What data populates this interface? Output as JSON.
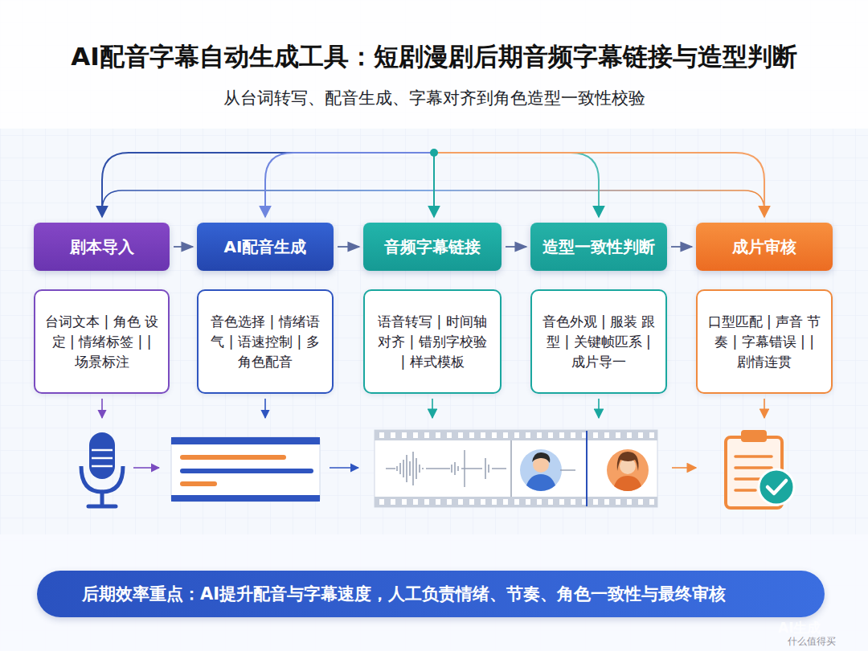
{
  "diagram": {
    "title": "AI配音字幕自动生成工具：短剧漫剧后期音频字幕链接与造型判断",
    "nodes": [
      {
        "text": [
          "剧本导入"
        ]
      },
      {
        "text": [
          "AI配音生成"
        ]
      },
      {
        "text": [
          "音频字幕链接"
        ]
      },
      {
        "text": [
          "造型一致性判断"
        ]
      },
      {
        "text": [
          "成片审核"
        ]
      },
      {
        "text": [
          "台词文本 | 角色 设定 | 情绪标签 | | 场景标注"
        ]
      },
      {
        "text": [
          "音色选择 | 情绪语 气 | 语速控制 | 多角色配音"
        ]
      },
      {
        "text": [
          "语音转写 | 时间轴 对齐 | 错别字校验 | 样式模板"
        ]
      },
      {
        "text": [
          "音色外观 | 服装 跟型 | 关键帧匹系 | 成片导一"
        ]
      },
      {
        "text": [
          "口型匹配 | 声音 节奏 | 字幕错误 | | 剧情连贯"
        ]
      },
      {
        "text": [
          "后期效率重点：AI提升配音与字幕速度，人工负责情绪、节奏、角色一致性与最终审核"
        ]
      }
    ],
    "edges": [
      {
        "from": 0,
        "to": 1,
        "arrow": "to"
      },
      {
        "from": 1,
        "to": 2,
        "arrow": "to"
      },
      {
        "from": 2,
        "to": 3,
        "arrow": "to"
      },
      {
        "from": 3,
        "to": 4,
        "arrow": "to"
      }
    ],
    "labels": [
      "从台词转写、配音生成、字幕对齐到角色造型一致性校验",
      "AI生成",
      "什么值得买"
    ]
  }
}
